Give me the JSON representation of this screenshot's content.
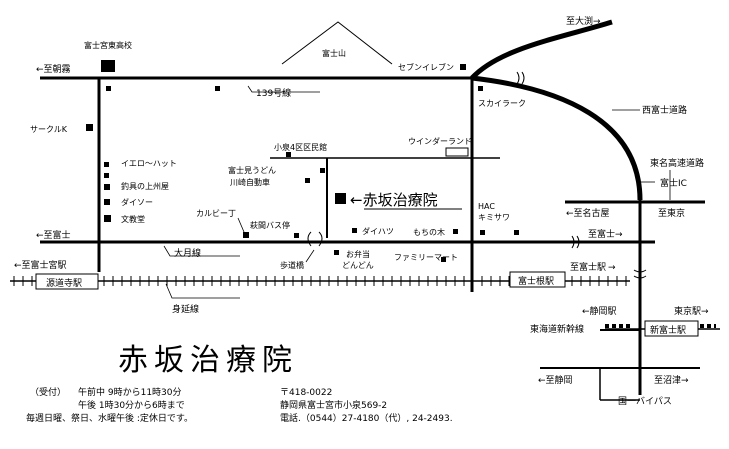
{
  "colors": {
    "ink": "#000000",
    "background": "#ffffff"
  },
  "mountain": {
    "label": "富士山"
  },
  "roads": {
    "route139": "139号線",
    "ohtsuki": "大月線",
    "minobu": "身延線",
    "nishi_fuji": "西富士道路",
    "tomei": "東名高速道路"
  },
  "directions": {
    "asagiri": "←至朝霧",
    "oobuchi": "至大渕→",
    "nagoya": "←至名古屋",
    "tokyo": "至東京",
    "fuji_w": "←至富士",
    "fuji_e": "至富士→",
    "fujinomiya_stn": "←至富士宮駅",
    "fuji_stn": "至富士駅",
    "shizuoka_stn": "←静岡駅",
    "tokyo_stn": "東京駅→",
    "shizuoka": "←至静岡",
    "numazu": "至沼津→"
  },
  "landmarks": {
    "high_school": "富士宮東高校",
    "seven_eleven": "セブンイレブン",
    "circle_k": "サークルK",
    "skylark": "スカイラーク",
    "winds": "ウインダーランド",
    "community_hall": "小泉4区区民館",
    "fujimi_udon": "富士見うどん",
    "kawasaki_auto": "川崎自動車",
    "yellow_hat": "イエロ～ハット",
    "fishing_shop": "釣具の上州屋",
    "daiso": "ダイソー",
    "bunkyodo": "文教堂",
    "calbee": "カルビー丁",
    "hagima_bus": "萩間バス停",
    "daihatsu": "ダイハツ",
    "mochinoki": "もちの木",
    "hac": "HAC",
    "kimisawa": "キミサワ",
    "bento": "お弁当",
    "dondon": "どんどん",
    "family_mart": "ファミリーマート",
    "hodokyo": "歩道橋",
    "fuji_ic": "富士IC",
    "shinkansen": "東海道新幹線",
    "shin_fuji_stn": "新富士駅",
    "bypass": "国一バイパス"
  },
  "stations": {
    "genji": "源道寺駅",
    "fujine": "富士根駅"
  },
  "clinic": {
    "marker_label": "←赤坂治療院",
    "name": "赤坂治療院"
  },
  "hours": {
    "heading": "（受付）",
    "am": "午前中  9時から11時30分",
    "pm": "午後    1時30分から6時まで",
    "closed": "毎週日曜、祭日、水曜午後 :定休日です。"
  },
  "address": {
    "postal": "〒418-0022",
    "line": "静岡県富士宮市小泉569-2",
    "phone": "電話.（0544）27-4180（代）, 24-2493."
  }
}
